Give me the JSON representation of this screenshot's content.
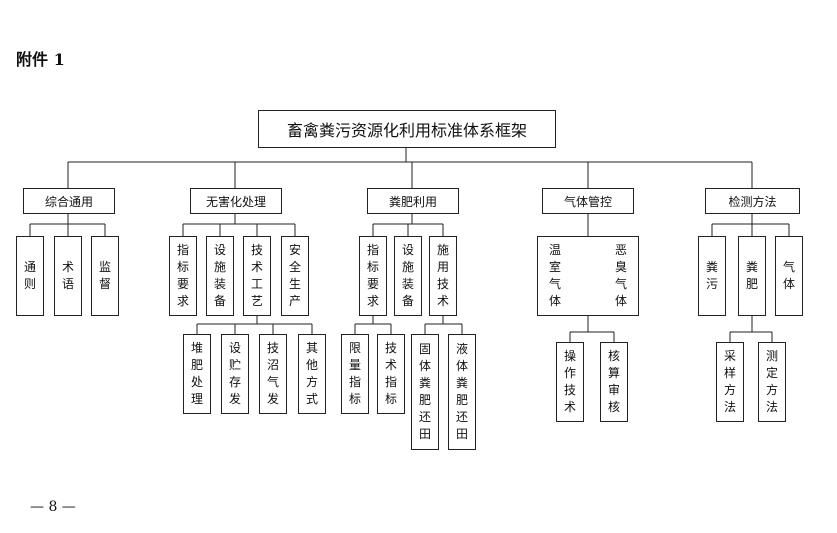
{
  "attachment": "附件 1",
  "page_number": "— 8 —",
  "title": "畜禽粪污资源化利用标准体系框架",
  "categories": [
    "综合通用",
    "无害化处理",
    "粪肥利用",
    "气体管控",
    "检测方法"
  ],
  "level2": {
    "general": [
      "通则",
      "术语",
      "监督"
    ],
    "harmless": [
      "指标要求",
      "设施装备",
      "技术工艺",
      "安全生产"
    ],
    "fertilizer": [
      "指标要求",
      "设施装备",
      "施用技术"
    ],
    "gas": [
      "温室气体",
      "恶臭气体"
    ],
    "testing": [
      "粪污",
      "粪肥",
      "气体"
    ]
  },
  "level3": {
    "process": [
      "堆肥处理",
      "设贮存发",
      "技沼气发",
      "其他方式"
    ],
    "fert_index": [
      "限量指标",
      "技术指标"
    ],
    "fert_apply": [
      "固体粪肥还田",
      "液体粪肥还田"
    ],
    "gas_tech": [
      "操作技术",
      "核算审核"
    ],
    "test_methods": [
      "采样方法",
      "测定方法"
    ]
  }
}
